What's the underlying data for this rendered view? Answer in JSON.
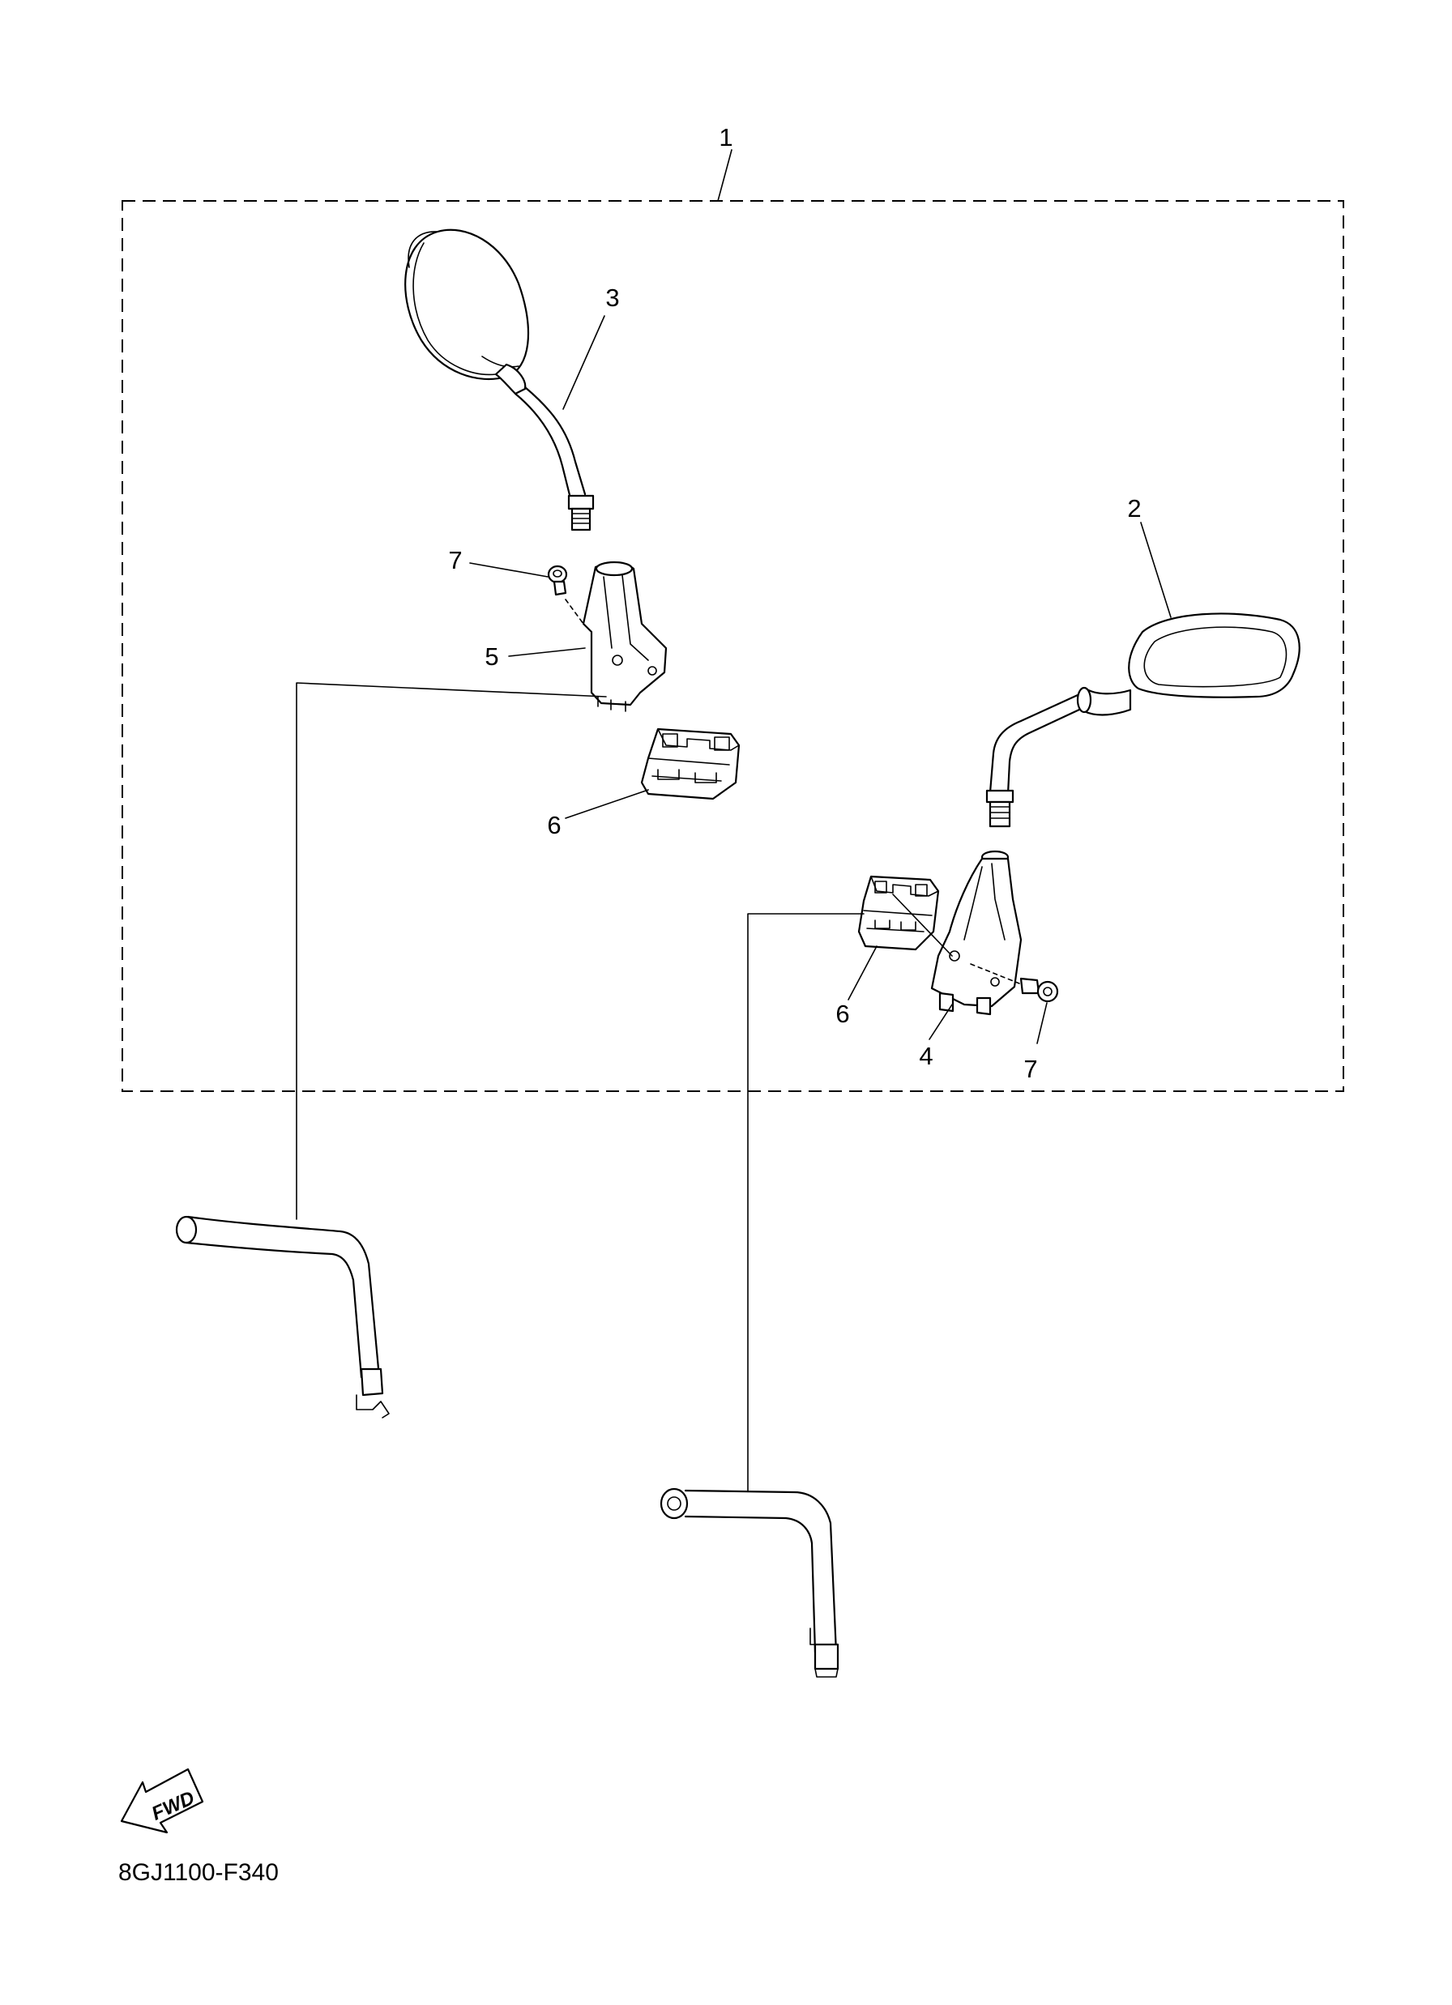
{
  "diagram": {
    "callouts": [
      {
        "id": "1",
        "text": "1"
      },
      {
        "id": "2",
        "text": "2"
      },
      {
        "id": "3",
        "text": "3"
      },
      {
        "id": "4",
        "text": "4"
      },
      {
        "id": "5",
        "text": "5"
      },
      {
        "id": "6a",
        "text": "6"
      },
      {
        "id": "6b",
        "text": "6"
      },
      {
        "id": "7a",
        "text": "7"
      },
      {
        "id": "7b",
        "text": "7"
      }
    ],
    "direction_badge": "FWD",
    "figure_code": "8GJ1100-F340"
  }
}
